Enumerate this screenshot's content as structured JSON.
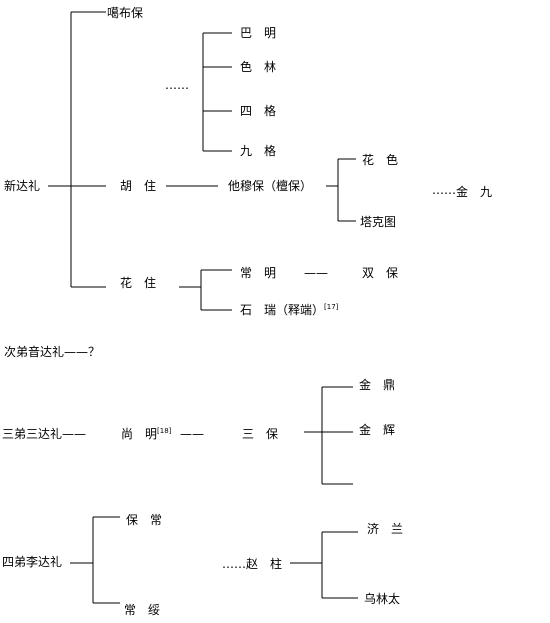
{
  "colors": {
    "line": "#000000",
    "text": "#000000",
    "background": "#ffffff"
  },
  "tree1": {
    "root": "新达礼",
    "children": {
      "gabubao": "噶布保",
      "huzhu": "胡　住",
      "huazhu": "花　住"
    },
    "dots_mid": "……",
    "upper_branch": [
      "巴　明",
      "色　林",
      "四　格",
      "九　格"
    ],
    "tamubao": "他穆保（檀保）",
    "tamubao_children": [
      "花　色",
      "塔克图"
    ],
    "jinjiu_dots": "……",
    "jinjiu": "金　九",
    "changming": "常　明",
    "changming_dash": "——",
    "shuangbao": "双　保",
    "shirui": "石　瑞（释端）",
    "shirui_note": "[17]"
  },
  "tree2": {
    "title": "次弟音达礼——？"
  },
  "tree3": {
    "root": "三弟三达礼——",
    "shangming": "尚　明",
    "shangming_note": "[18]",
    "dash": "——",
    "sanbao": "三　保",
    "children": [
      "金　鼎",
      "金　辉"
    ]
  },
  "tree4": {
    "root": "四弟李达礼",
    "children": [
      "保　常",
      "常　绥"
    ],
    "dots": "……",
    "zhaozhu": "赵　柱",
    "zhaozhu_children": [
      "济　兰",
      "乌林太"
    ]
  }
}
